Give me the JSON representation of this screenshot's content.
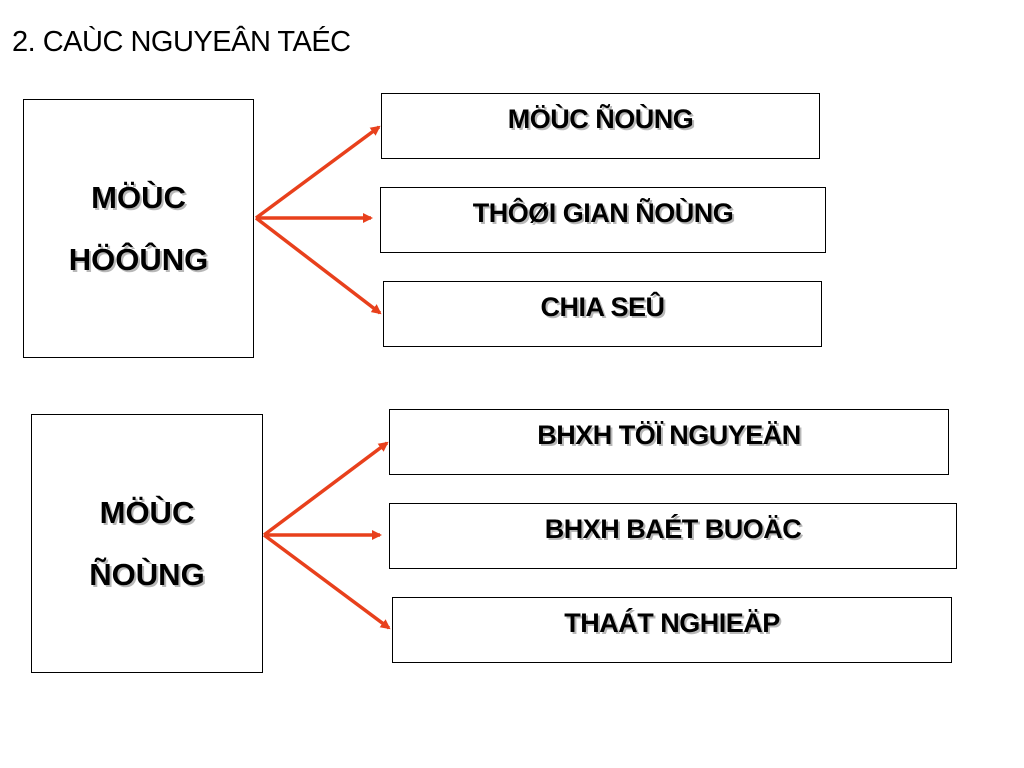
{
  "title": "2. CAÙC NGUYEÂN TAÉC",
  "colors": {
    "arrow": "#e8401c",
    "border": "#000000",
    "shadow": "#b8b8b8"
  },
  "groups": [
    {
      "source": {
        "line1": "MÖÙC",
        "line2": "HÖÔÛNG"
      },
      "targets": [
        "MÖÙC ÑOÙNG",
        "THÔØI GIAN ÑOÙNG",
        "CHIA SEÛ"
      ]
    },
    {
      "source": {
        "line1": "MÖÙC",
        "line2": "ÑOÙNG"
      },
      "targets": [
        "BHXH TÖÏ NGUYEÄN",
        "BHXH BAÉT BUOÄC",
        "THAÁT NGHIEÄP"
      ]
    }
  ]
}
